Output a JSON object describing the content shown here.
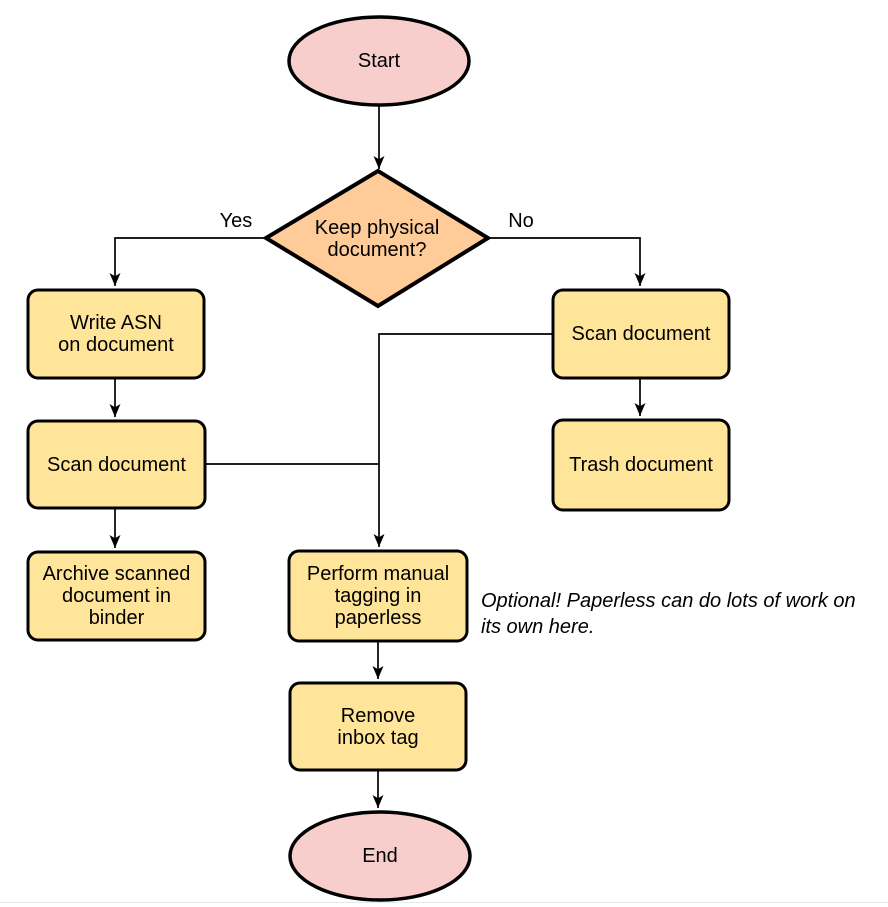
{
  "nodes": {
    "start": {
      "label": "Start",
      "type": "terminal"
    },
    "decision": {
      "label": "Keep physical\ndocument?",
      "type": "decision"
    },
    "write_asn": {
      "label": "Write ASN\non document",
      "type": "process"
    },
    "scan_left": {
      "label": "Scan document",
      "type": "process"
    },
    "archive": {
      "label": "Archive scanned\ndocument in\nbinder",
      "type": "process"
    },
    "scan_right": {
      "label": "Scan document",
      "type": "process"
    },
    "trash": {
      "label": "Trash document",
      "type": "process"
    },
    "tagging": {
      "label": "Perform manual\ntagging in\npaperless",
      "type": "process"
    },
    "remove_inbox": {
      "label": "Remove\ninbox tag",
      "type": "process"
    },
    "end": {
      "label": "End",
      "type": "terminal"
    }
  },
  "edge_labels": {
    "yes": "Yes",
    "no": "No"
  },
  "note": "Optional! Paperless can do lots of work on\nits own here.",
  "colors": {
    "terminal_fill": "#f8cecc",
    "decision_fill": "#ffcc99",
    "process_fill": "#ffe599",
    "stroke": "#000000",
    "text": "#000000",
    "background": "#ffffff"
  }
}
